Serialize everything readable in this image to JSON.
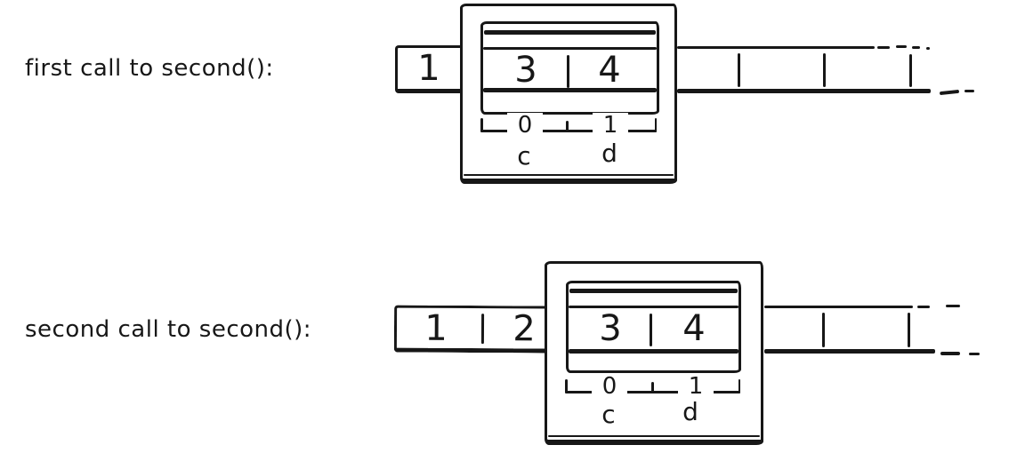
{
  "colors": {
    "ink": "#171717",
    "paper": "#ffffff"
  },
  "figure": {
    "rows": [
      {
        "label": "first call to second():",
        "tape_cells_before_window": [
          "1"
        ],
        "window_cells": [
          "3",
          "4"
        ],
        "window_indices": [
          "0",
          "1"
        ],
        "window_variables": [
          "c",
          "d"
        ],
        "empty_cells_after_window": 3
      },
      {
        "label": "second call to second():",
        "tape_cells_before_window": [
          "1",
          "2"
        ],
        "window_cells": [
          "3",
          "4"
        ],
        "window_indices": [
          "0",
          "1"
        ],
        "window_variables": [
          "c",
          "d"
        ],
        "empty_cells_after_window": 2
      }
    ]
  }
}
